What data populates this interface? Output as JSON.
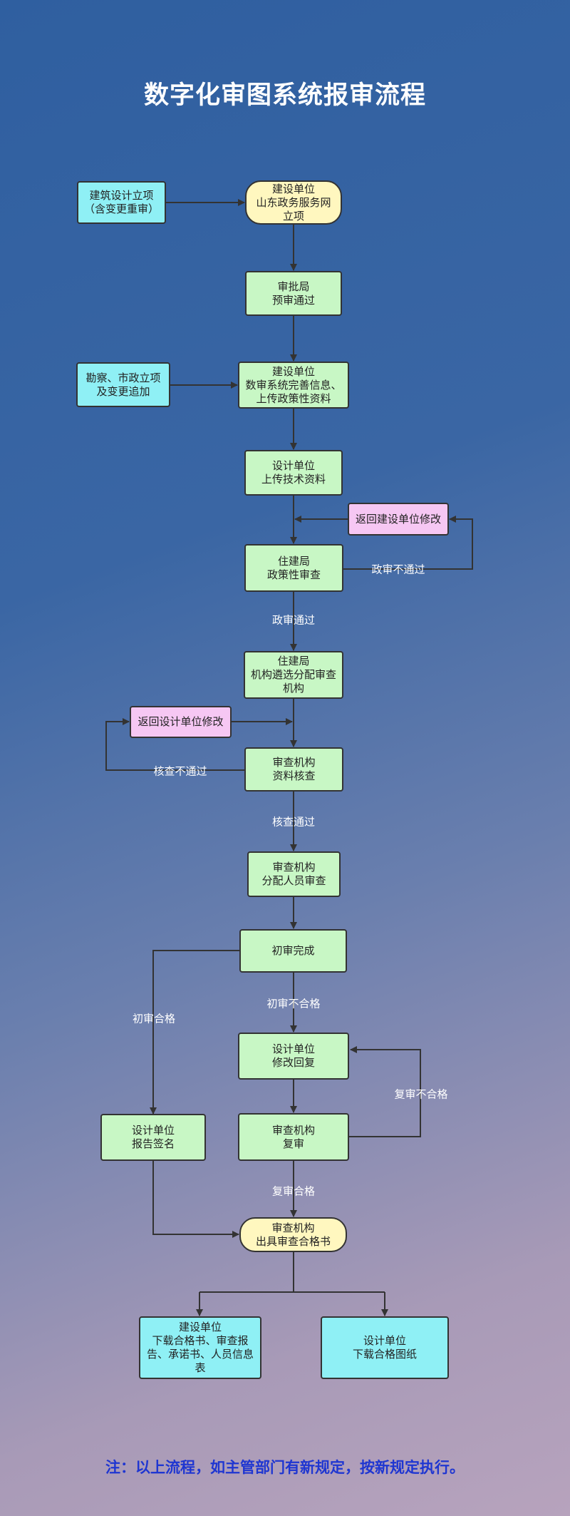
{
  "title": "数字化审图系统报审流程",
  "nodes": {
    "n_design_approval": "建筑设计立项\n（含变更重审）",
    "n_builder_register": "建设单位\n山东政务服务网\n立项",
    "n_approval_bureau": "审批局\n预审通过",
    "n_survey_project": "勘察、市政立项\n及变更追加",
    "n_builder_info": "建设单位\n数审系统完善信息、\n上传政策性资料",
    "n_design_upload": "设计单位\n上传技术资料",
    "n_return_builder": "返回建设单位修改",
    "n_housing_policy": "住建局\n政策性审查",
    "n_housing_assign": "住建局\n机构遴选分配审查\n机构",
    "n_return_design": "返回设计单位修改",
    "n_review_check": "审查机构\n资料核查",
    "n_review_assign": "审查机构\n分配人员审查",
    "n_first_done": "初审完成",
    "n_design_revise": "设计单位\n修改回复",
    "n_design_sign": "设计单位\n报告签名",
    "n_review_recheck": "审查机构\n复审",
    "n_issue_cert": "审查机构\n出具审查合格书",
    "n_builder_download": "建设单位\n下载合格书、审查报\n告、承诺书、人员信息\n表",
    "n_design_download": "设计单位\n下载合格图纸"
  },
  "labels": {
    "policy_fail": "政审不通过",
    "policy_pass": "政审通过",
    "check_fail": "核查不通过",
    "check_pass": "核查通过",
    "first_pass": "初审合格",
    "first_fail": "初审不合格",
    "recheck_fail": "复审不合格",
    "recheck_pass": "复审合格"
  },
  "footnote": "注：以上流程，如主管部门有新规定，按新规定执行。"
}
